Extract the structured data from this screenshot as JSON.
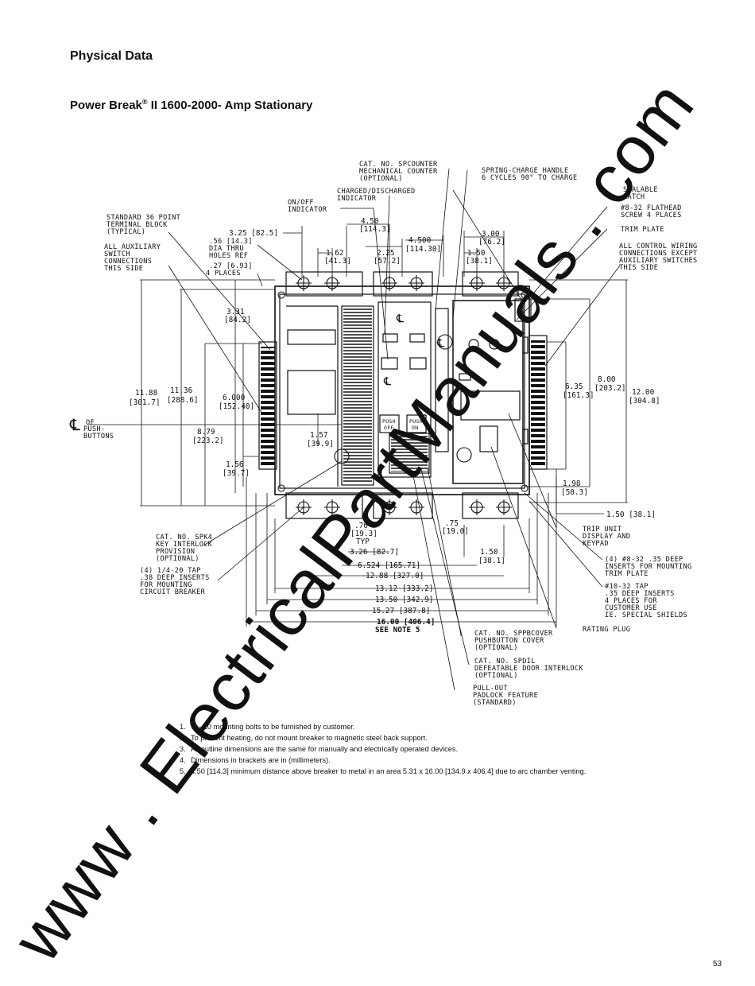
{
  "header": {
    "section_title": "Physical Data",
    "product_title": "Power Break",
    "product_title_reg": "®",
    "product_title_rest": " II 1600-2000- Amp Stationary"
  },
  "callouts": {
    "spcounter": [
      "CAT. NO. SPCOUNTER",
      "MECHANICAL COUNTER",
      "(OPTIONAL)"
    ],
    "spring_handle": [
      "SPRING-CHARGE HANDLE",
      "6 CYCLES 90° TO CHARGE"
    ],
    "charged_indicator": [
      "CHARGED/DISCHARGED",
      "INDICATOR"
    ],
    "onoff_indicator": [
      "ON/OFF",
      "INDICATOR"
    ],
    "sealable_latch": [
      "SEALABLE",
      "LATCH"
    ],
    "flathead": [
      "#8-32 FLATHEAD",
      "SCREW 4 PLACES"
    ],
    "trim_plate": [
      "TRIM PLATE"
    ],
    "terminal_block": [
      "STANDARD 36 POINT",
      "TERMINAL BLOCK",
      "(TYPICAL)"
    ],
    "aux_switch": [
      "ALL AUXILIARY",
      "SWITCH",
      "CONNECTIONS",
      "THIS SIDE"
    ],
    "control_wiring": [
      "ALL CONTROL WIRING",
      "CONNECTIONS EXCEPT",
      "AUXILIARY SWITCHES",
      "THIS SIDE"
    ],
    "holes": [
      ".56 [14.3]",
      "DIA THRU",
      "HOLES REF"
    ],
    "holes_places": [
      ".27 [6.93]",
      "4 PLACES"
    ],
    "pushbuttons": [
      "OF",
      "PUSH-",
      "BUTTONS"
    ],
    "spk4": [
      "CAT. NO. SPK4",
      "KEY INTERLOCK",
      "PROVISION",
      "(OPTIONAL)"
    ],
    "tap_mount": [
      "(4) 1/4-20 TAP",
      ".38 DEEP INSERTS",
      "FOR MOUNTING",
      "CIRCUIT BREAKER"
    ],
    "trip_unit": [
      "TRIP UNIT",
      "DISPLAY AND",
      "KEYPAD"
    ],
    "trim_inserts": [
      "(4) #8-32 .35 DEEP",
      "INSERTS FOR MOUNTING",
      "TRIM PLATE"
    ],
    "customer_tap": [
      "#10-32 TAP",
      ".35 DEEP INSERTS",
      "4 PLACES FOR",
      "CUSTOMER USE",
      "IE. SPECIAL SHIELDS"
    ],
    "rating_plug": [
      "RATING PLUG"
    ],
    "sppbcover": [
      "CAT. NO. SPPBCOVER",
      "PUSHBUTTON COVER",
      "(OPTIONAL)"
    ],
    "spdil": [
      "CAT. NO. SPDIL",
      "DEFEATABLE DOOR INTERLOCK",
      "(OPTIONAL)"
    ],
    "padlock": [
      "PULL-OUT",
      "PADLOCK FEATURE",
      "(STANDARD)"
    ],
    "push_off": [
      "PUSH",
      "OFF"
    ],
    "push_on": [
      "PUSH",
      "ON"
    ]
  },
  "dimensions": {
    "d_325": "3.25 [82.5]",
    "d_450": "4.50",
    "d_450mm": "[114.3]",
    "d_300": "3.00",
    "d_300mm": "[76.2]",
    "d_4500": "4.500",
    "d_4500mm": "[114.30]",
    "d_162": "1.62",
    "d_162mm": "[41.3]",
    "d_225": "2.25",
    "d_225mm": "[57.2]",
    "d_150t": "1.50",
    "d_150tmm": "[38.1]",
    "d_331": "3.31",
    "d_331mm": "[84.2]",
    "d_1188": "11.88",
    "d_1188mm": "[301.7]",
    "d_1136": "11.36",
    "d_1136mm": "[288.6]",
    "d_6000": "6.000",
    "d_6000mm": "[152.40]",
    "d_879": "8.79",
    "d_879mm": "[223.2]",
    "d_157": "1.57",
    "d_157mm": "[39.9]",
    "d_156": "1.56",
    "d_156mm": "[39.7]",
    "d_635": "6.35",
    "d_635mm": "[161.3]",
    "d_800": "8.00",
    "d_800mm": "[203.2]",
    "d_1200": "12.00",
    "d_1200mm": "[304.8]",
    "d_198": "1.98",
    "d_198mm": "[50.3]",
    "d_150r": "1.50 [38.1]",
    "d_75": ".75",
    "d_75mm": "[19.0]",
    "d_76": ".76",
    "d_76mm": "[19.3]",
    "d_76typ": "TYP",
    "d_150b": "1.50",
    "d_150bmm": "[38.1]",
    "d_326": "3.26 [82.7]",
    "d_6524": "6.524 [165.71]",
    "d_1288": "12.88 [327.0]",
    "d_1312": "13.12 [333.2]",
    "d_1350": "13.50 [342.9]",
    "d_1527": "15.27 [387.8]",
    "d_1600": "16.00 [406.4]",
    "d_note5": "SEE NOTE 5"
  },
  "notes": [
    {
      "num": "1.",
      "text": "¼ - 20 mounting bolts to be furnished by customer."
    },
    {
      "num": "2.",
      "text": "To prevent heating, do not mount breaker to magnetic steel back support."
    },
    {
      "num": "3.",
      "text": "All outline dimensions are the same for manually and electrically operated devices."
    },
    {
      "num": "4.",
      "text": "Dimensions in brackets are in (millimeters)."
    },
    {
      "num": "5.",
      "text": "4.50 [114.3] minimum distance above breaker to metal in an area 5.31 x 16.00 [134.9 x 406.4] due to arc chamber venting."
    }
  ],
  "watermark": "www . ElectricalPartManuals . com",
  "page_number": "53"
}
